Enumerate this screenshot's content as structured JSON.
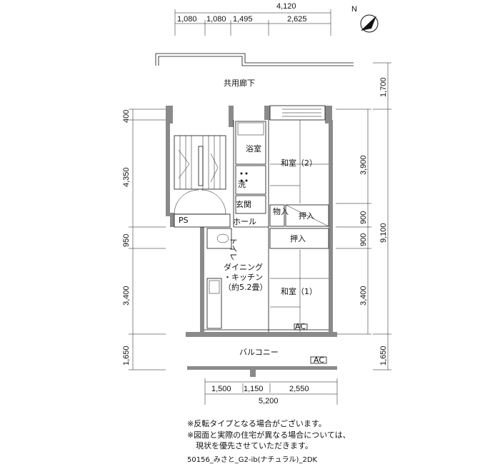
{
  "dimensions_top": {
    "overall": "4,120",
    "segments": [
      "1,080",
      "1,080",
      "1,495",
      "2,625"
    ]
  },
  "dimensions_bottom": {
    "overall": "5,200",
    "segments": [
      "1,500",
      "1,150",
      "2,550"
    ]
  },
  "dimensions_left": [
    "400",
    "4,350",
    "950",
    "3,400",
    "1,650"
  ],
  "dimensions_right_inner": [
    "3,900",
    "900",
    "900",
    "3,400"
  ],
  "dimensions_right_outer": [
    "1,700",
    "9,100",
    "1,650"
  ],
  "compass": {
    "label": "N"
  },
  "rooms": {
    "corridor": "共用廊下",
    "bath": "浴室",
    "wash": "洗",
    "entrance": "玄関",
    "hall": "ホール",
    "storage_small": "物入",
    "closet_upper": "押入",
    "closet_lower": "押入",
    "ps": "PS",
    "toilet": "トイレ",
    "washitsu2": "和室（2）",
    "washitsu1": "和室（1）",
    "dining_line1": "ダイニング",
    "dining_line2": "・キッチン",
    "dining_line3": "（約5.2畳）",
    "balcony": "バルコニー",
    "ac_room": "AC",
    "ac_balcony": "AC"
  },
  "notes": [
    "※反転タイプとなる場合がございます。",
    "※図面と実際の住宅が異なる場合については、",
    "現状を優先させていただきます。"
  ],
  "footer": "50156_みさと_G2-ib(ナチュラル)_2DK"
}
